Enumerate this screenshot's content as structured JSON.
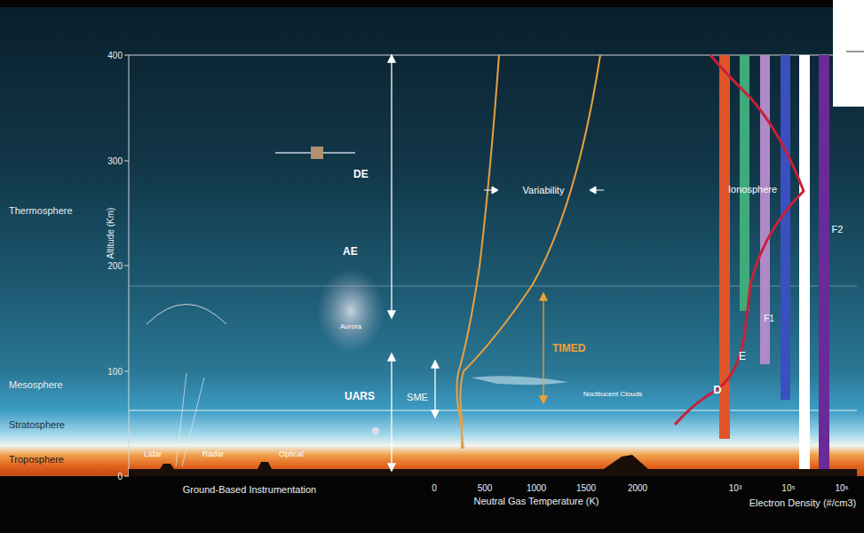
{
  "diagram": {
    "labels": [
      "400",
      "300",
      "200",
      "100",
      "0",
      "Altitude (Km)",
      "Thermosphere",
      "Mesosphere",
      "Stratosphere",
      "Troposphere",
      "DE",
      "AE",
      "TIMED",
      "UARS",
      "SME",
      "Variability",
      "Ground-Based Instrumentation",
      "0",
      "500",
      "1000",
      "1500",
      "2000",
      "Neutral Gas Temperature (K)",
      "Ionosphere",
      "F2",
      "F1",
      "E",
      "D",
      "10³",
      "10⁵",
      "10⁶",
      "Electron Density (#/cm3)",
      "Aurora",
      "Noctilucent Clouds",
      "Lidar",
      "Radar",
      "Optical"
    ]
  }
}
